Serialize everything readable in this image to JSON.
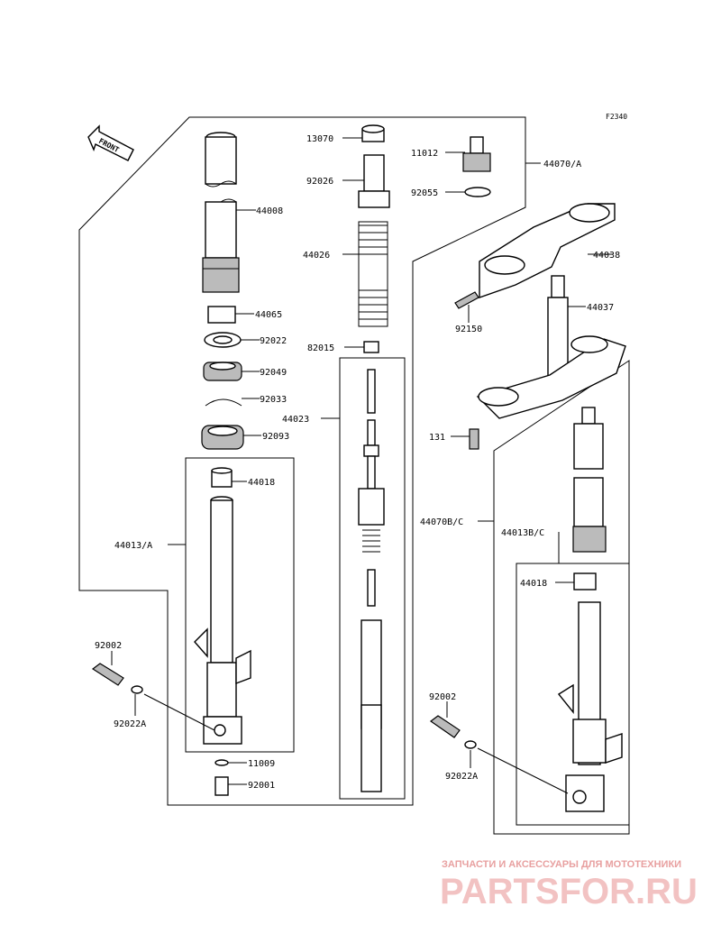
{
  "figure_code": "F2340",
  "front_label": "FRONT",
  "watermark": {
    "subtitle": "ЗАПЧАСТИ И АКСЕССУАРЫ ДЛЯ МОТОТЕХНИКИ",
    "brand": "PARTSFOR.RU"
  },
  "parts": [
    {
      "id": "p13070",
      "label": "13070"
    },
    {
      "id": "p11012",
      "label": "11012"
    },
    {
      "id": "p44070a",
      "label": "44070/A"
    },
    {
      "id": "p92026",
      "label": "92026"
    },
    {
      "id": "p92055",
      "label": "92055"
    },
    {
      "id": "p44008",
      "label": "44008"
    },
    {
      "id": "p44038",
      "label": "44038"
    },
    {
      "id": "p44026",
      "label": "44026"
    },
    {
      "id": "p44037",
      "label": "44037"
    },
    {
      "id": "p92150",
      "label": "92150"
    },
    {
      "id": "p44065",
      "label": "44065"
    },
    {
      "id": "p92022",
      "label": "92022"
    },
    {
      "id": "p82015",
      "label": "82015"
    },
    {
      "id": "p92049",
      "label": "92049"
    },
    {
      "id": "p44023",
      "label": "44023"
    },
    {
      "id": "p92033",
      "label": "92033"
    },
    {
      "id": "p131",
      "label": "131"
    },
    {
      "id": "p92093",
      "label": "92093"
    },
    {
      "id": "p44018a",
      "label": "44018"
    },
    {
      "id": "p44070bc",
      "label": "44070B/C"
    },
    {
      "id": "p44013bc",
      "label": "44013B/C"
    },
    {
      "id": "p44013a",
      "label": "44013/A"
    },
    {
      "id": "p44018b",
      "label": "44018"
    },
    {
      "id": "p92002a",
      "label": "92002"
    },
    {
      "id": "p92022a1",
      "label": "92022A"
    },
    {
      "id": "p92002b",
      "label": "92002"
    },
    {
      "id": "p11009",
      "label": "11009"
    },
    {
      "id": "p92022a2",
      "label": "92022A"
    },
    {
      "id": "p92001",
      "label": "92001"
    }
  ]
}
